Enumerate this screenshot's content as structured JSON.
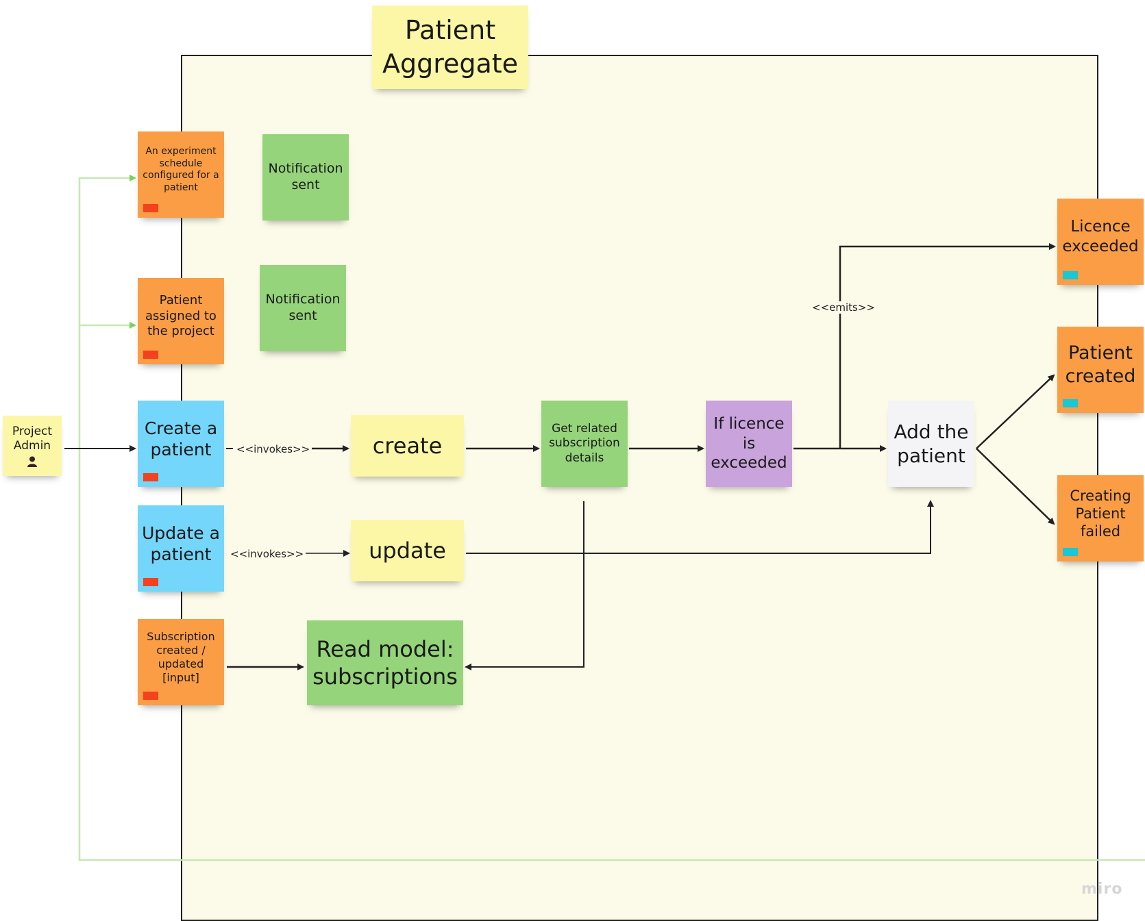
{
  "title": "Patient Aggregate",
  "actor": {
    "label": "Project Admin",
    "icon": "person-icon"
  },
  "events_left": [
    {
      "text": "An experiment schedule configured for a patient"
    },
    {
      "text": "Patient assigned to the project"
    },
    {
      "text": "Subscription created / updated [input]"
    }
  ],
  "policies": [
    {
      "text": "Notification sent"
    },
    {
      "text": "Notification sent"
    }
  ],
  "commands": [
    {
      "text": "Create a patient"
    },
    {
      "text": "Update a patient"
    }
  ],
  "aggregate_methods": [
    {
      "text": "create"
    },
    {
      "text": "update"
    }
  ],
  "read_model": {
    "text": "Read model: subscriptions"
  },
  "get_subscription": {
    "text": "Get related subscription details"
  },
  "condition": {
    "text": "If licence is exceeded"
  },
  "action": {
    "text": "Add the patient"
  },
  "events_right": [
    {
      "text": "Licence exceeded"
    },
    {
      "text": "Patient created"
    },
    {
      "text": "Creating Patient failed"
    }
  ],
  "edge_labels": {
    "invokes_create": "<<invokes>>",
    "invokes_update": "<<invokes>>",
    "emits": "<<emits>>"
  },
  "brand": "miro",
  "colors": {
    "event": "#fb9d45",
    "policy": "#95d47a",
    "command": "#74d6fa",
    "aggregate": "#fbf7a6",
    "condition": "#c9a3dc",
    "action": "#f4f4f6",
    "frame": "#fcfbe9",
    "actor_tag": "#f4411e",
    "result_tag": "#19c7d6"
  }
}
